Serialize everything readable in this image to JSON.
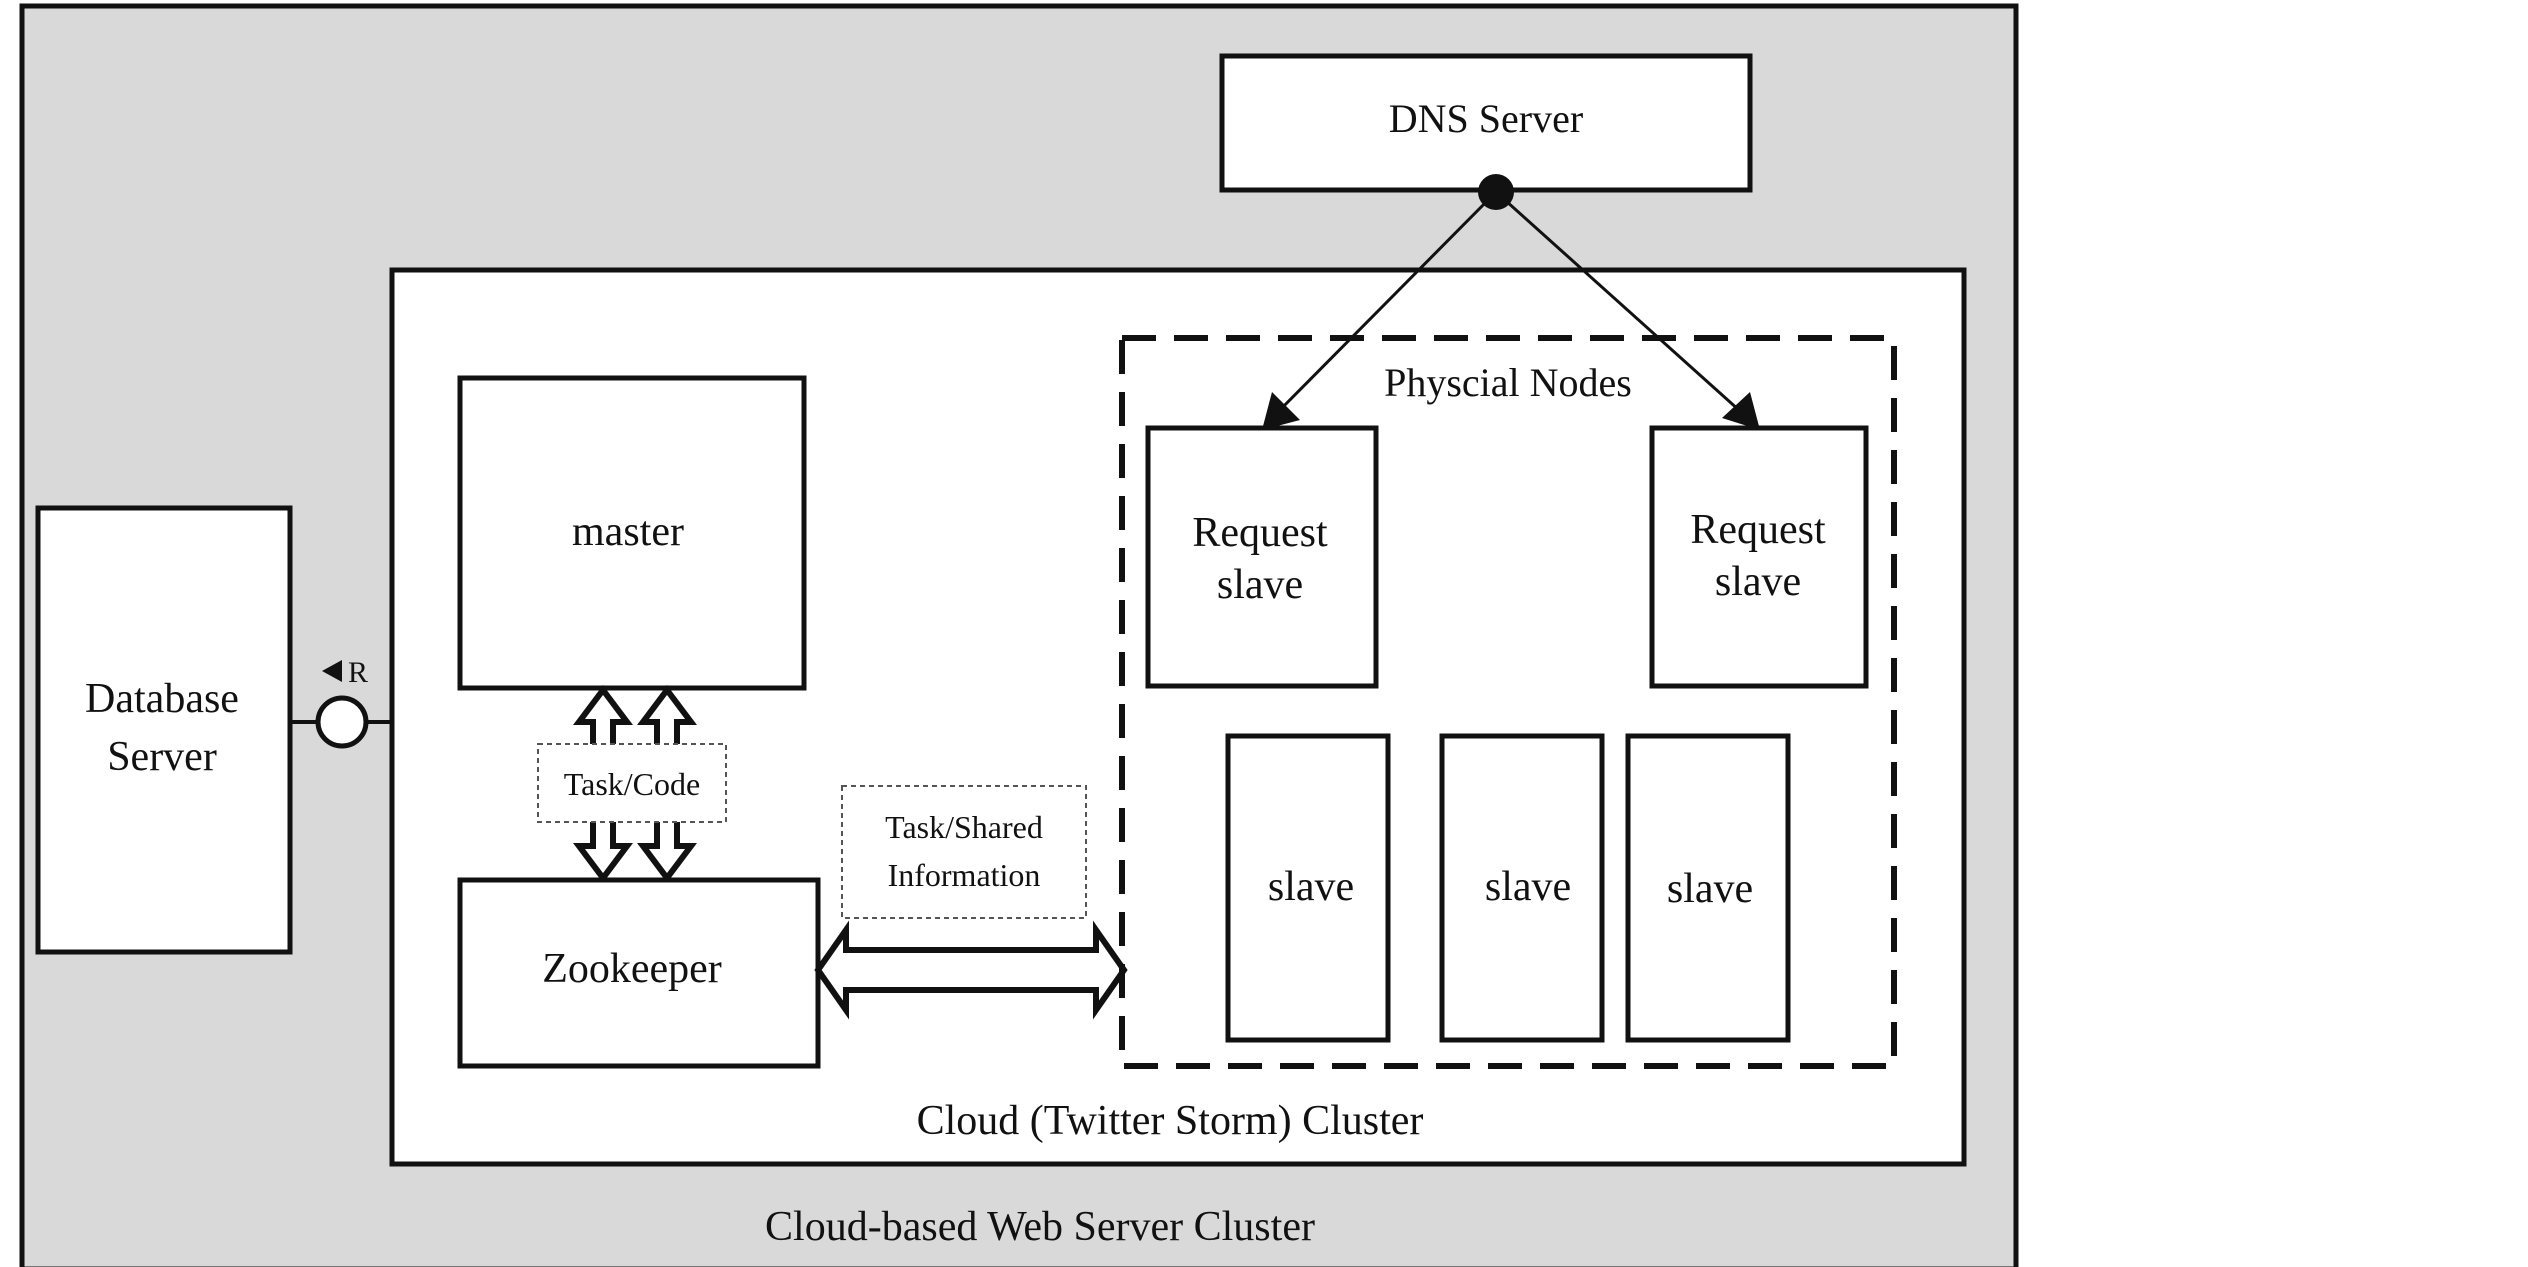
{
  "outer": {
    "label": "Cloud-based Web Server Cluster"
  },
  "cluster": {
    "label": "Cloud (Twitter Storm) Cluster"
  },
  "dns": {
    "label": "DNS Server"
  },
  "database": {
    "line1": "Database",
    "line2": "Server"
  },
  "interface": {
    "label": "R"
  },
  "master": {
    "label": "master"
  },
  "zookeeper": {
    "label": "Zookeeper"
  },
  "task_code": {
    "label": "Task/Code"
  },
  "task_shared": {
    "line1": "Task/Shared",
    "line2": "Information"
  },
  "physical_nodes": {
    "label": "Physcial Nodes"
  },
  "request_slaves": [
    {
      "line1": "Request",
      "line2": "slave"
    },
    {
      "line1": "Request",
      "line2": "slave"
    }
  ],
  "slaves": [
    {
      "label": "slave"
    },
    {
      "label": "slave"
    },
    {
      "label": "slave"
    }
  ],
  "colors": {
    "outer_fill": "#d9d9d9",
    "box_fill": "#ffffff",
    "stroke": "#111111"
  }
}
